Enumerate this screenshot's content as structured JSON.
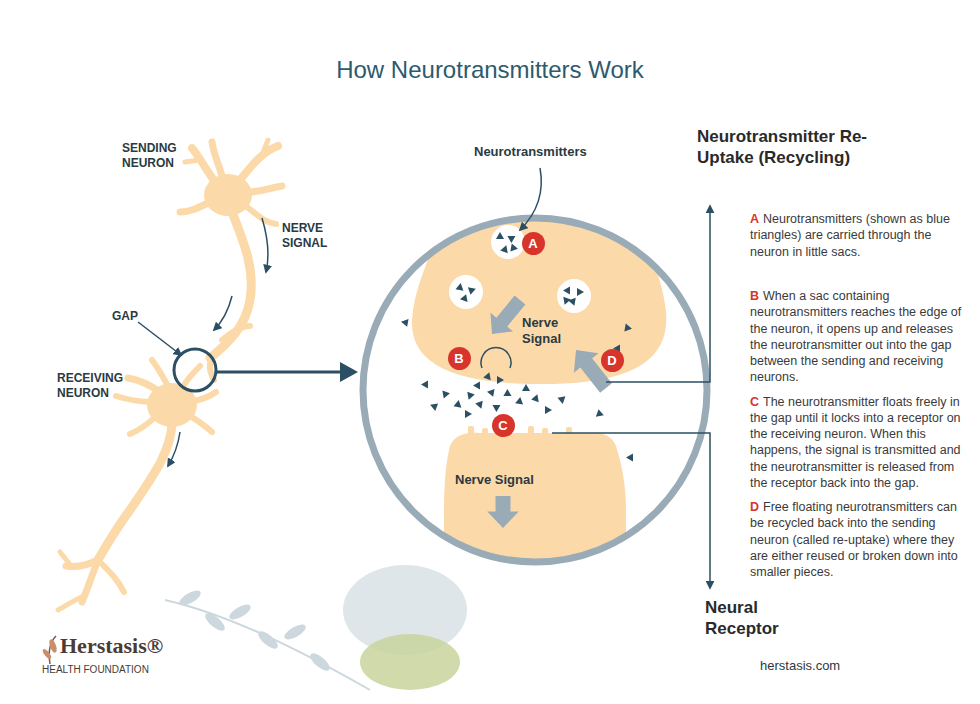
{
  "diagram": {
    "title": "How Neurotransmitters Work",
    "nodes": [
      {
        "text": [
          "A"
        ]
      },
      {
        "text": [
          "B"
        ]
      },
      {
        "text": [
          "C"
        ]
      },
      {
        "text": [
          "D"
        ]
      }
    ],
    "labels": [
      "SENDING NEURON",
      "NERVE SIGNAL",
      "GAP",
      "RECEIVING NEURON",
      "Neurotransmitters",
      "Nerve Signal",
      "Nerve Signal",
      "Neurotransmitter Re-Uptake (Recycling)",
      "A",
      "Neurotransmitters (shown as blue triangles) are carried through the neuron in little sacs.",
      "B",
      "When a sac containing neurotransmitters reaches the edge of the neuron, it opens up and releases the neurotransmitter out into the gap between the sending and receiving neurons.",
      "C",
      "The neurotransmitter floats freely in the gap until it locks into a receptor on the receiving neuron. When this happens, the signal is transmitted and the neurotransmitter is released from the receptor back into the gap.",
      "D",
      "Free floating neurotransmitters can be recycled back into the sending neuron (called re-uptake) where they are either reused or broken down into smaller pieces.",
      "Neural Receptor",
      "Herstasis®",
      "HEALTH FOUNDATION",
      "herstasis.com"
    ]
  }
}
